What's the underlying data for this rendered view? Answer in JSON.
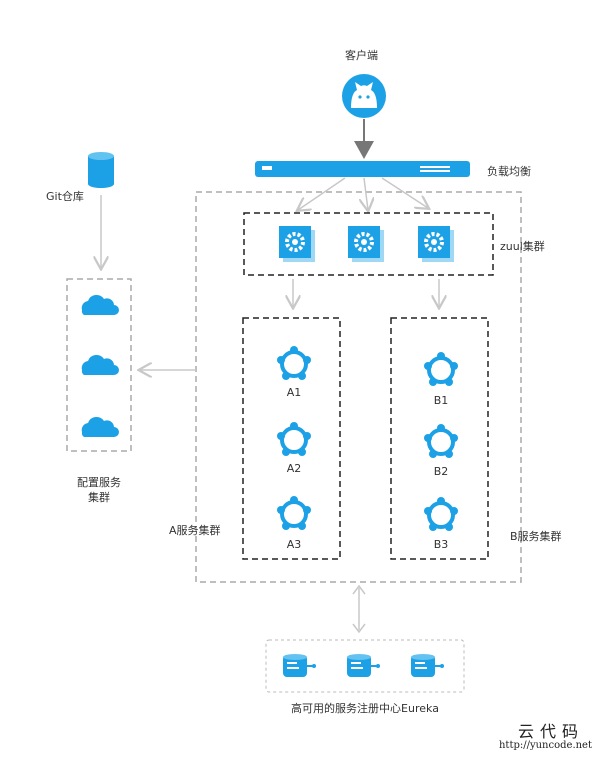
{
  "client": {
    "label": "客户端",
    "icon": "github-cat-icon"
  },
  "load_balancer": {
    "label": "负载均衡"
  },
  "git_repo": {
    "label": "Git仓库",
    "icon": "database-cylinder-icon"
  },
  "config_cluster": {
    "label_line1": "配置服务",
    "label_line2": "集群",
    "icon": "cloud-icon"
  },
  "zuul_cluster": {
    "label": "zuul集群",
    "icon": "gear-icon"
  },
  "a_cluster": {
    "label": "A服务集群",
    "nodes": [
      "A1",
      "A2",
      "A3"
    ]
  },
  "b_cluster": {
    "label": "B服务集群",
    "nodes": [
      "B1",
      "B2",
      "B3"
    ]
  },
  "eureka": {
    "label": "高可用的服务注册中心Eureka",
    "icon": "eureka-server-icon"
  },
  "watermark": {
    "main": "云代码",
    "url": "http://yuncode.net"
  },
  "colors": {
    "accent": "#1da1e6",
    "arrow": "#cccccc",
    "dark_arrow": "#777777",
    "dashed_dark": "#222222",
    "dashed_light": "#aaaaaa"
  }
}
